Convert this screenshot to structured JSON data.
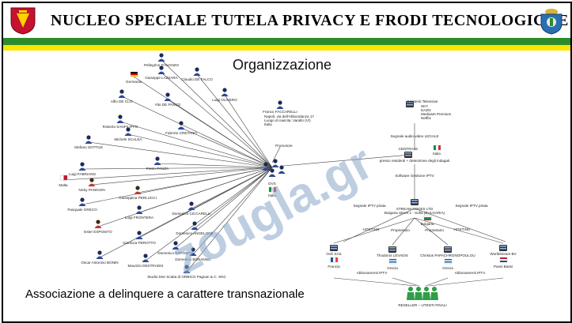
{
  "header": {
    "title": "NUCLEO SPECIALE TUTELA PRIVACY E FRODI TECNOLOGICHE",
    "colors": {
      "green": "#2c8c2c",
      "yellow": "#ffe400",
      "shield_red": "#c4122f"
    }
  },
  "subtitle": "Organizzazione",
  "caption": "Associazione a delinquere a carattere transnazionale",
  "watermark": "zougla.gr",
  "diagram": {
    "persons": [
      {
        "id": "p1",
        "label": "Pellegrino D'AVANZO"
      },
      {
        "id": "p2",
        "label": "Germania",
        "flag": "de"
      },
      {
        "id": "p3",
        "label": "Giuseppe LAZZARA"
      },
      {
        "id": "p4",
        "label": "Claudio DE FALCO"
      },
      {
        "id": "p5",
        "label": "Alfio DE CLO'"
      },
      {
        "id": "p6",
        "label": "Vito DE PASCO"
      },
      {
        "id": "p7",
        "label": "Luigi OLIVERO"
      },
      {
        "id": "p8",
        "label": "Roberto SANFILIPPO"
      },
      {
        "id": "p9",
        "label": "Fabrizio CRETANO"
      },
      {
        "id": "p10",
        "label": "Michele SCALEA"
      },
      {
        "id": "p11",
        "label": "Stefano SOTTILE"
      },
      {
        "id": "p12",
        "label": "Pietro PANZA"
      },
      {
        "id": "p13",
        "label": "Luigi FABRIANO"
      },
      {
        "id": "p14",
        "label": "Malta",
        "flag": "mt"
      },
      {
        "id": "p15",
        "label": "Nicky PANIGON"
      },
      {
        "id": "p16",
        "label": "Giuseppina PERLUCCI"
      },
      {
        "id": "p17",
        "label": "Pasquale GRECO"
      },
      {
        "id": "p18",
        "label": "Luigi FRONTERA"
      },
      {
        "id": "p19",
        "label": "Domenico CICCARELLI"
      },
      {
        "id": "p20",
        "label": "Ester ESPOSITO"
      },
      {
        "id": "p21",
        "label": "Domenico ANGELONE"
      },
      {
        "id": "p22",
        "label": "Gianluca PEROTTO"
      },
      {
        "id": "p23",
        "label": "Domenico ESPOSITO"
      },
      {
        "id": "p24",
        "label": "Oscar Antonino BONIN"
      },
      {
        "id": "p25",
        "label": "Maurizio DESTRADIS"
      },
      {
        "id": "p26",
        "label": "Domenico BONANNO"
      },
      {
        "id": "p27",
        "label": "Studio Dee Scaba di ORBICO Pagnan & C. SNC"
      }
    ],
    "promoter": {
      "name": "Franco FACCARELLI",
      "details": [
        "Napoli, via dell'Abbondanza 17",
        "Luogo di nascita: Varallo (VI)",
        "Italia"
      ],
      "role": "Promotore"
    },
    "hub": {
      "label": "DVS",
      "country": "Italia"
    },
    "providers": {
      "title": "Emittenti Televisive",
      "items": [
        "SKY",
        "DAZN",
        "Mediaset Premium",
        "Netflix"
      ],
      "signal": "Segnale audio-video LEGALE"
    },
    "central_server": {
      "label": "CENTRALE",
      "country": "Italia",
      "note": "presso residenti + detenzione degli indagati",
      "software": "Software Gestione IPTV"
    },
    "stream_company": {
      "label": "STREAM CODES LTD",
      "address": "Bulgaria Street 1 - Sofia (BULGARIA)",
      "country": "Bulgaria",
      "signal_left": "Segnale IPTV pirata",
      "signal_right": "Segnale IPTV pirata"
    },
    "nodes": [
      {
        "id": "n1",
        "label": "Ooh SAS",
        "country": "Francia",
        "link": "HOSTING"
      },
      {
        "id": "n2",
        "label": "Thodoros LEVADIS",
        "country": "Grecia",
        "link": "Proprietario"
      },
      {
        "id": "n3",
        "label": "Christos PAPACHRONOPOULOU",
        "country": "Grecia",
        "link": "Proprietario"
      },
      {
        "id": "n4",
        "label": "Worldstream BV",
        "country": "Paesi Bassi",
        "link": "HOSTING"
      }
    ],
    "subscriptions": [
      "Abbonamenti IPTV",
      "Abbonamenti IPTV"
    ],
    "resellers": "RESELLER – UTENTI FINALI",
    "bulgaria": "Bulgaria",
    "greece": "Grecia"
  }
}
